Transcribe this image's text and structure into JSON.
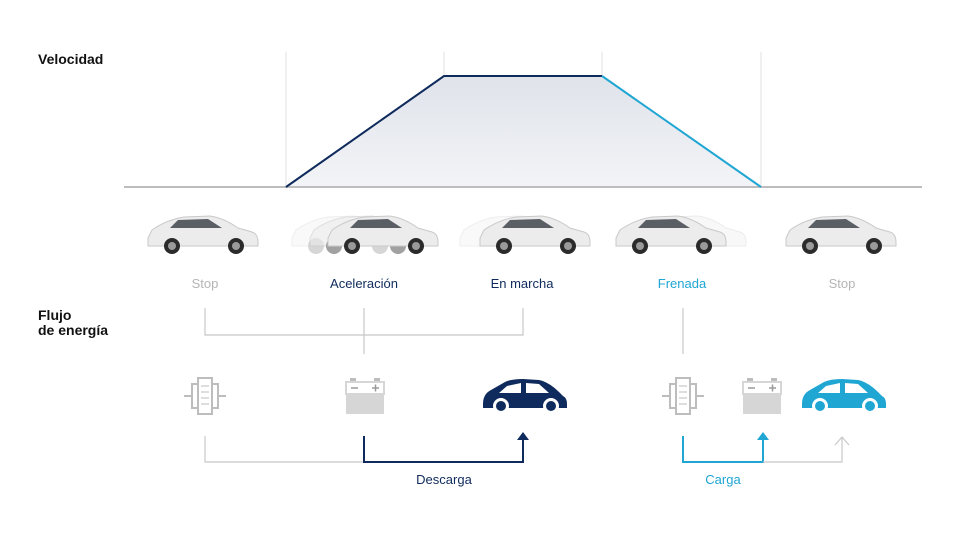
{
  "headings": {
    "speed": "Velocidad",
    "energy_line1": "Flujo",
    "energy_line2": "de energía"
  },
  "phases": [
    {
      "label": "Stop",
      "color": "#b5b5b5"
    },
    {
      "label": "Aceleración",
      "color": "#0f2a5c"
    },
    {
      "label": "En marcha",
      "color": "#0f2a5c"
    },
    {
      "label": "Frenada",
      "color": "#1fa6d3"
    },
    {
      "label": "Stop",
      "color": "#b5b5b5"
    }
  ],
  "flows": {
    "discharge": "Descarga",
    "charge": "Carga"
  },
  "colors": {
    "navy": "#0f2a5c",
    "cyan": "#1fa6d3",
    "gray": "#c8c8c8",
    "icon_gray": "#bdbdbd"
  },
  "icons": {
    "motor": "electric-motor-icon",
    "battery": "battery-icon",
    "car": "car-icon"
  }
}
